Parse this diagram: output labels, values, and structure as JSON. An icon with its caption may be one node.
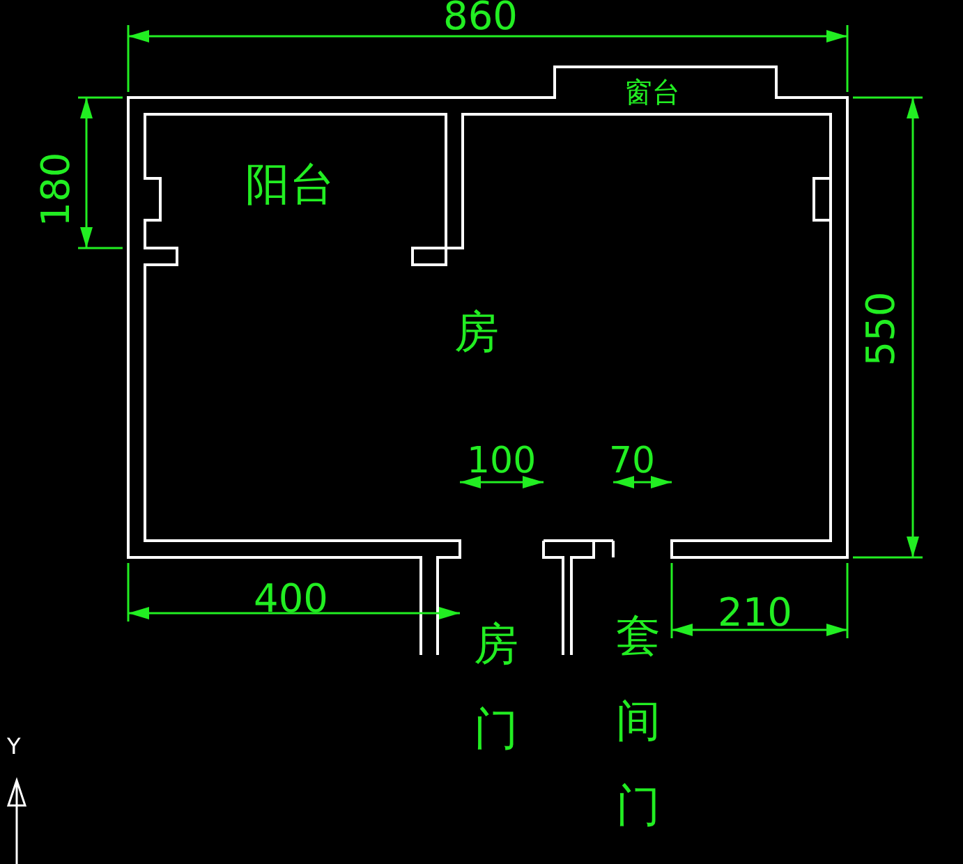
{
  "diagram": {
    "labels": [
      "860",
      "窗台",
      "180",
      "阳台",
      "房",
      "550",
      "100",
      "70",
      "400",
      "房门",
      "套间门",
      "210",
      "Y"
    ]
  }
}
